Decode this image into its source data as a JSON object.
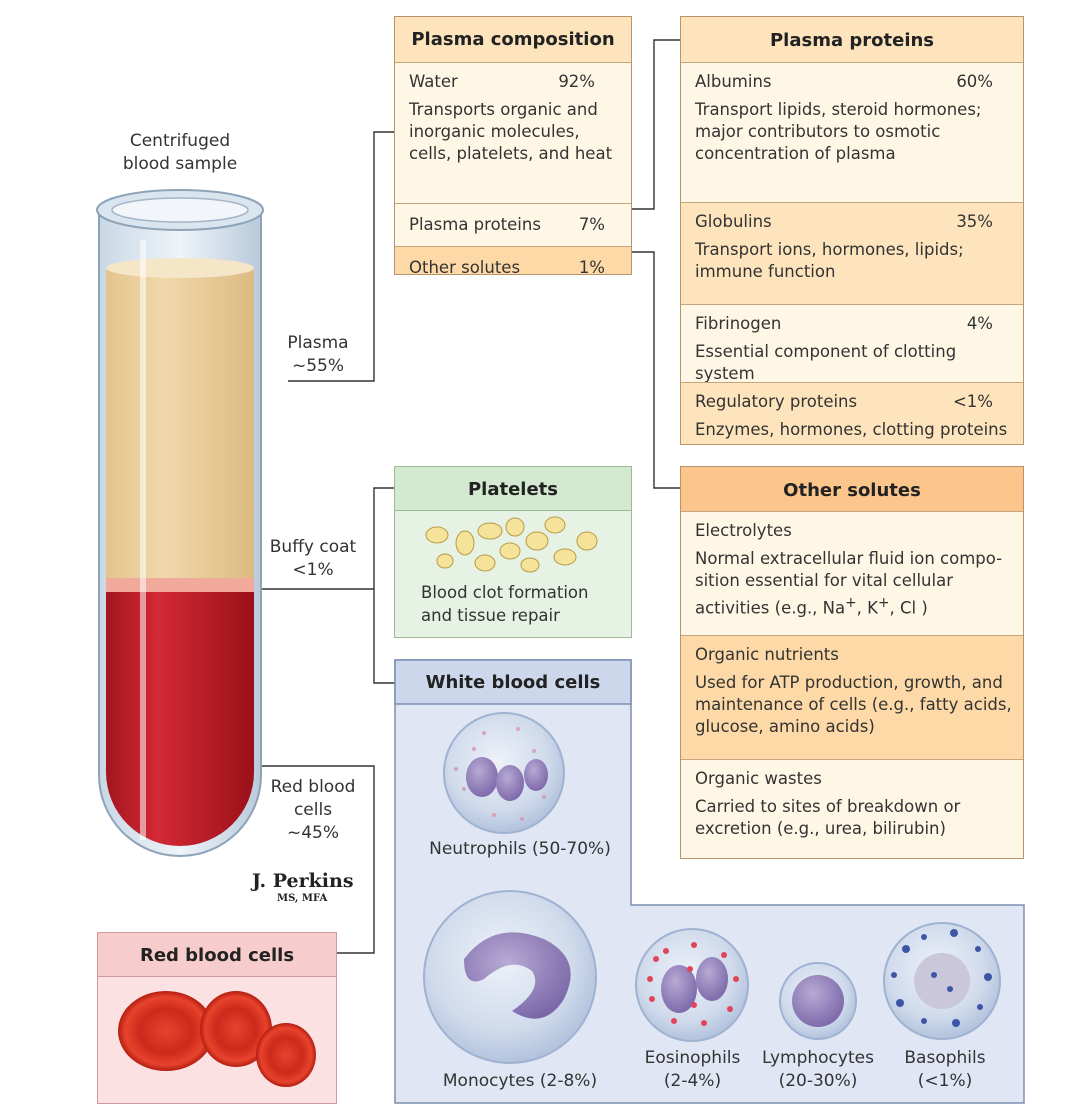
{
  "tube": {
    "title": "Centrifuged\nblood sample",
    "plasma_label": "Plasma",
    "plasma_pct": "~55%",
    "buffy_label": "Buffy coat",
    "buffy_pct": "<1%",
    "rbc_label": "Red blood\ncells",
    "rbc_pct": "~45%"
  },
  "signature": {
    "name": "J. Perkins",
    "credentials": "MS, MFA"
  },
  "plasma_composition": {
    "title": "Plasma composition",
    "rows": [
      {
        "name": "Water",
        "pct": "92%",
        "desc": "Transports organic and inorganic molecules, cells, platelets, and heat"
      },
      {
        "name": "Plasma proteins",
        "pct": "7%",
        "desc": ""
      },
      {
        "name": "Other solutes",
        "pct": "1%",
        "desc": ""
      }
    ]
  },
  "plasma_proteins": {
    "title": "Plasma proteins",
    "rows": [
      {
        "name": "Albumins",
        "pct": "60%",
        "desc": "Transport lipids, steroid hormones; major contributors to osmotic concentration of plasma"
      },
      {
        "name": "Globulins",
        "pct": "35%",
        "desc": "Transport ions, hormones, lipids; immune function"
      },
      {
        "name": "Fibrinogen",
        "pct": "4%",
        "desc": "Essential component of clotting system"
      },
      {
        "name": "Regulatory proteins",
        "pct": "<1%",
        "desc": "Enzymes, hormones, clotting proteins"
      }
    ]
  },
  "platelets": {
    "title": "Platelets",
    "desc": "Blood clot formation and tissue repair"
  },
  "other_solutes": {
    "title": "Other solutes",
    "rows": [
      {
        "name": "Electrolytes",
        "desc_a": "Normal extracellular fluid ion compo-sition essential for vital cellular activities (e.g., Na",
        "sup1": "+",
        "desc_b": ", K",
        "sup2": "+",
        "desc_c": ", Cl )"
      },
      {
        "name": "Organic nutrients",
        "desc": "Used for ATP production, growth, and maintenance of cells (e.g., fatty acids, glucose, amino acids)"
      },
      {
        "name": "Organic wastes",
        "desc": "Carried to sites of breakdown or excretion (e.g., urea, bilirubin)"
      }
    ]
  },
  "white_blood_cells": {
    "title": "White blood cells",
    "cells": [
      {
        "name": "Neutrophils (50-70%)"
      },
      {
        "name": "Monocytes (2-8%)"
      },
      {
        "name": "Eosinophils",
        "pct": "(2-4%)"
      },
      {
        "name": "Lymphocytes",
        "pct": "(20-30%)"
      },
      {
        "name": "Basophils",
        "pct": "(<1%)"
      }
    ]
  },
  "red_blood_cells": {
    "title": "Red blood cells"
  },
  "colors": {
    "plasma": "#ecd2a2",
    "rbc": "#c8202e",
    "header_tan": "#fde4bd",
    "header_orange": "#fbc58b",
    "platelet_bg": "#e6f2e4",
    "wbc_bg": "#e0e6f3",
    "rbc_bg": "#fbe1e1"
  }
}
